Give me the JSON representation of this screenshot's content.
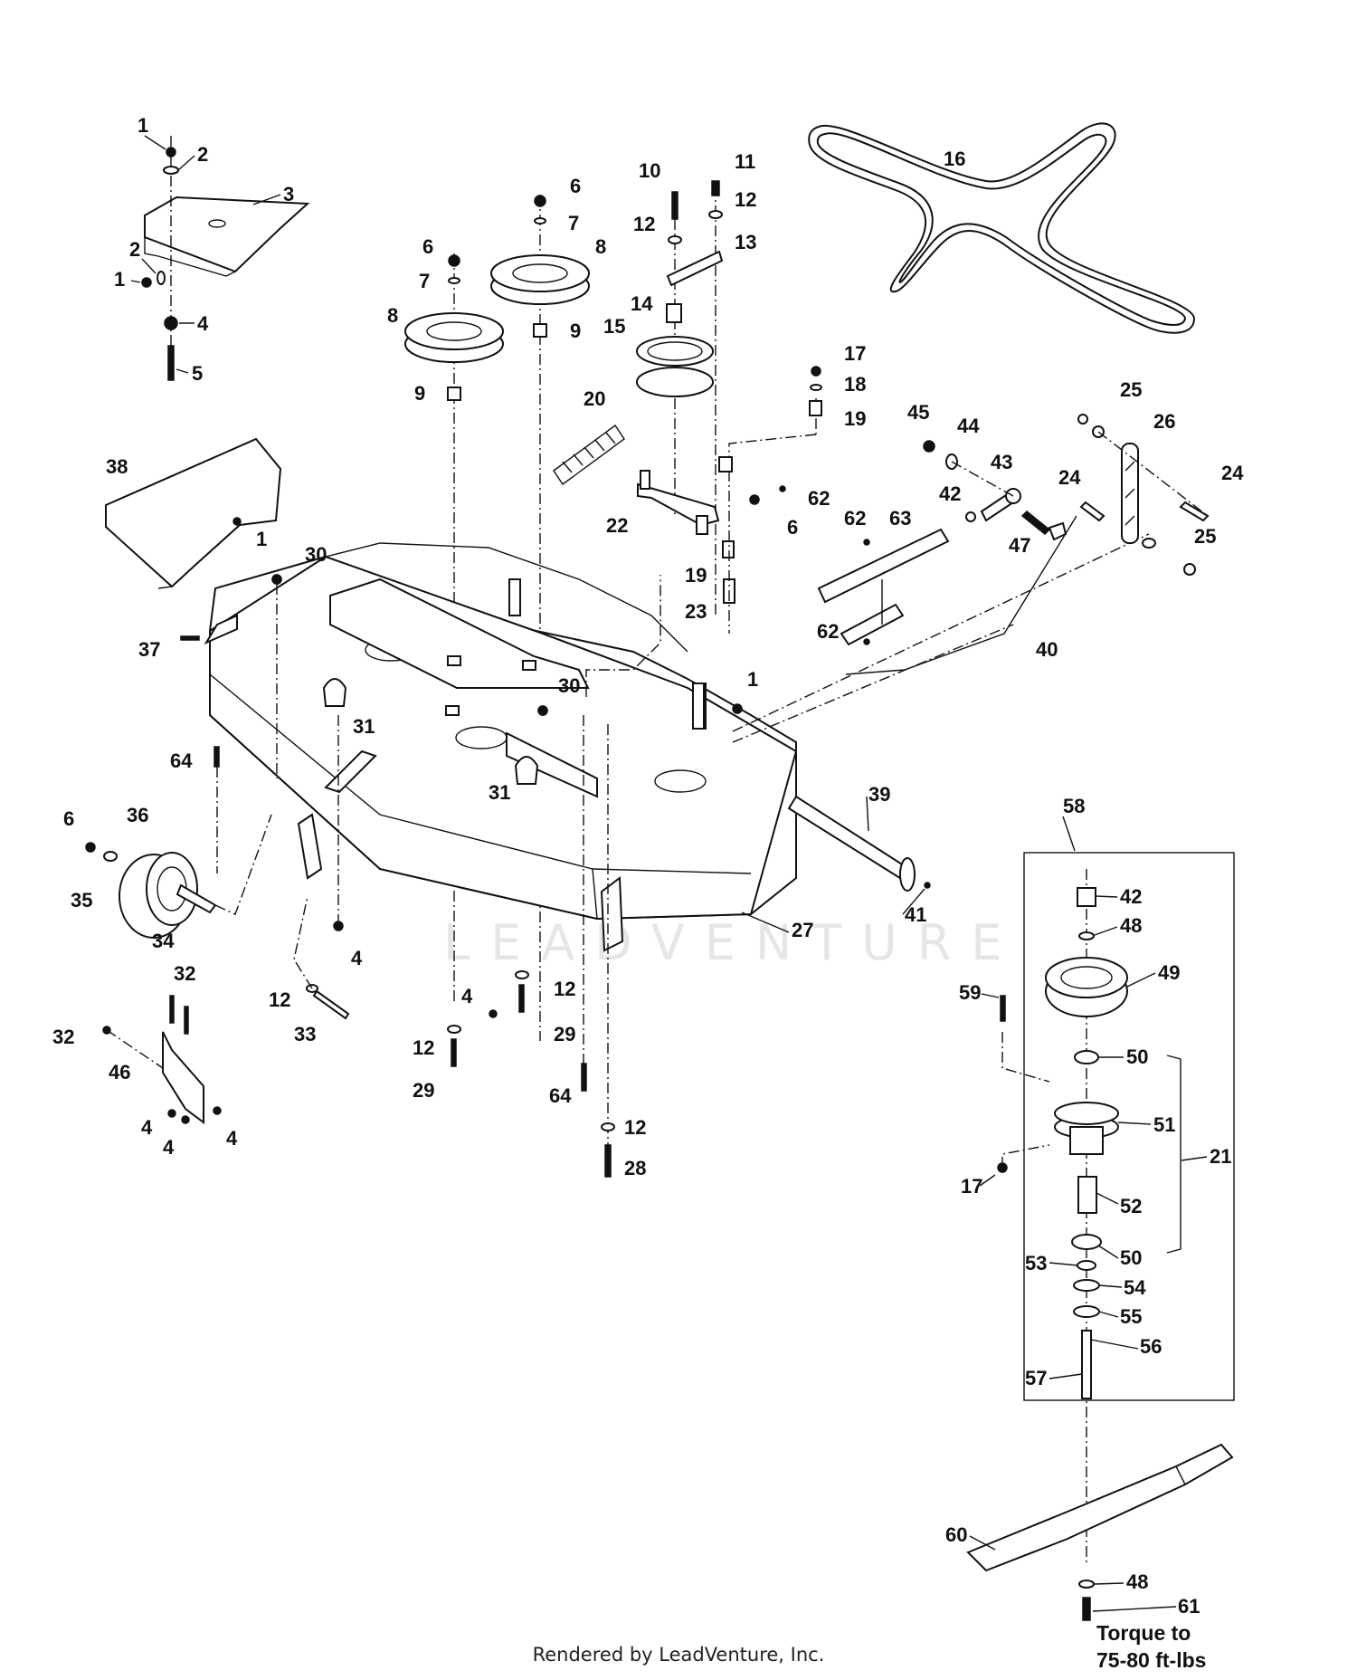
{
  "diagram": {
    "title": "Mower Deck Assembly Exploded Parts Diagram",
    "watermark": "LEADVENTURE",
    "torque_note": [
      "Torque to",
      "75-80 ft-lbs"
    ],
    "callouts": [
      {
        "id": "c1a",
        "label": "1"
      },
      {
        "id": "c2a",
        "label": "2"
      },
      {
        "id": "c3",
        "label": "3"
      },
      {
        "id": "c2b",
        "label": "2"
      },
      {
        "id": "c1b",
        "label": "1"
      },
      {
        "id": "c4a",
        "label": "4"
      },
      {
        "id": "c5",
        "label": "5"
      },
      {
        "id": "c6a",
        "label": "6"
      },
      {
        "id": "c7a",
        "label": "7"
      },
      {
        "id": "c8a",
        "label": "8"
      },
      {
        "id": "c9a",
        "label": "9"
      },
      {
        "id": "c6b",
        "label": "6"
      },
      {
        "id": "c7b",
        "label": "7"
      },
      {
        "id": "c8b",
        "label": "8"
      },
      {
        "id": "c9b",
        "label": "9"
      },
      {
        "id": "c10",
        "label": "10"
      },
      {
        "id": "c11",
        "label": "11"
      },
      {
        "id": "c12a",
        "label": "12"
      },
      {
        "id": "c12b",
        "label": "12"
      },
      {
        "id": "c13",
        "label": "13"
      },
      {
        "id": "c14",
        "label": "14"
      },
      {
        "id": "c15",
        "label": "15"
      },
      {
        "id": "c16",
        "label": "16"
      },
      {
        "id": "c17a",
        "label": "17"
      },
      {
        "id": "c18",
        "label": "18"
      },
      {
        "id": "c19a",
        "label": "19"
      },
      {
        "id": "c20",
        "label": "20"
      },
      {
        "id": "c22",
        "label": "22"
      },
      {
        "id": "c62a",
        "label": "62"
      },
      {
        "id": "c6c",
        "label": "6"
      },
      {
        "id": "c19b",
        "label": "19"
      },
      {
        "id": "c23",
        "label": "23"
      },
      {
        "id": "c38",
        "label": "38"
      },
      {
        "id": "c1c",
        "label": "1"
      },
      {
        "id": "c30a",
        "label": "30"
      },
      {
        "id": "c37",
        "label": "37"
      },
      {
        "id": "c45",
        "label": "45"
      },
      {
        "id": "c44",
        "label": "44"
      },
      {
        "id": "c43",
        "label": "43"
      },
      {
        "id": "c42a",
        "label": "42"
      },
      {
        "id": "c47",
        "label": "47"
      },
      {
        "id": "c62b",
        "label": "62"
      },
      {
        "id": "c63",
        "label": "63"
      },
      {
        "id": "c62c",
        "label": "62"
      },
      {
        "id": "c40",
        "label": "40"
      },
      {
        "id": "c25a",
        "label": "25"
      },
      {
        "id": "c26",
        "label": "26"
      },
      {
        "id": "c24a",
        "label": "24"
      },
      {
        "id": "c24b",
        "label": "24"
      },
      {
        "id": "c25b",
        "label": "25"
      },
      {
        "id": "c30b",
        "label": "30"
      },
      {
        "id": "c31a",
        "label": "31"
      },
      {
        "id": "c31b",
        "label": "31"
      },
      {
        "id": "c1d",
        "label": "1"
      },
      {
        "id": "c39",
        "label": "39"
      },
      {
        "id": "c41",
        "label": "41"
      },
      {
        "id": "c27",
        "label": "27"
      },
      {
        "id": "c64a",
        "label": "64"
      },
      {
        "id": "c6d",
        "label": "6"
      },
      {
        "id": "c36",
        "label": "36"
      },
      {
        "id": "c35",
        "label": "35"
      },
      {
        "id": "c34",
        "label": "34"
      },
      {
        "id": "c4b",
        "label": "4"
      },
      {
        "id": "c12c",
        "label": "12"
      },
      {
        "id": "c33",
        "label": "33"
      },
      {
        "id": "c32a",
        "label": "32"
      },
      {
        "id": "c32b",
        "label": "32"
      },
      {
        "id": "c46",
        "label": "46"
      },
      {
        "id": "c4c",
        "label": "4"
      },
      {
        "id": "c4d",
        "label": "4"
      },
      {
        "id": "c4e",
        "label": "4"
      },
      {
        "id": "c4f",
        "label": "4"
      },
      {
        "id": "c12d",
        "label": "12"
      },
      {
        "id": "c29a",
        "label": "29"
      },
      {
        "id": "c12e",
        "label": "12"
      },
      {
        "id": "c29b",
        "label": "29"
      },
      {
        "id": "c64b",
        "label": "64"
      },
      {
        "id": "c12f",
        "label": "12"
      },
      {
        "id": "c28",
        "label": "28"
      },
      {
        "id": "c58",
        "label": "58"
      },
      {
        "id": "c42b",
        "label": "42"
      },
      {
        "id": "c48a",
        "label": "48"
      },
      {
        "id": "c49",
        "label": "49"
      },
      {
        "id": "c59",
        "label": "59"
      },
      {
        "id": "c50a",
        "label": "50"
      },
      {
        "id": "c51",
        "label": "51"
      },
      {
        "id": "c21",
        "label": "21"
      },
      {
        "id": "c17b",
        "label": "17"
      },
      {
        "id": "c52",
        "label": "52"
      },
      {
        "id": "c50b",
        "label": "50"
      },
      {
        "id": "c53",
        "label": "53"
      },
      {
        "id": "c54",
        "label": "54"
      },
      {
        "id": "c55",
        "label": "55"
      },
      {
        "id": "c56",
        "label": "56"
      },
      {
        "id": "c57",
        "label": "57"
      },
      {
        "id": "c60",
        "label": "60"
      },
      {
        "id": "c48b",
        "label": "48"
      },
      {
        "id": "c61",
        "label": "61"
      }
    ]
  },
  "footer": {
    "text": "Rendered by LeadVenture, Inc."
  }
}
